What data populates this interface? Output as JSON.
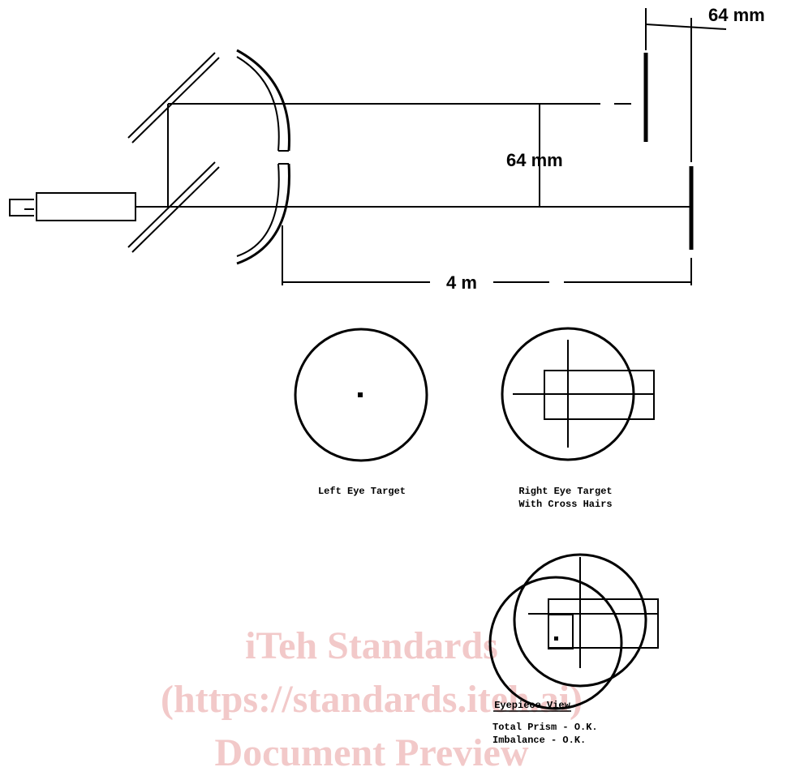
{
  "dimensions": {
    "separation_top": "64 mm",
    "separation_middle": "64 mm",
    "distance": "4 m"
  },
  "targets": {
    "left_caption": "Left Eye Target",
    "right_caption_line1": "Right Eye Target",
    "right_caption_line2": "With Cross Hairs"
  },
  "eyepiece": {
    "title": "Eyepiece View",
    "result_line1": "Total Prism - O.K.",
    "result_line2": "Imbalance - O.K."
  },
  "watermark": {
    "line1": "iTeh Standards",
    "line2": "(https://standards.iteh.ai)",
    "line3": "Document Preview"
  },
  "colors": {
    "ink": "#000000",
    "watermark": "#f2c9c9"
  }
}
